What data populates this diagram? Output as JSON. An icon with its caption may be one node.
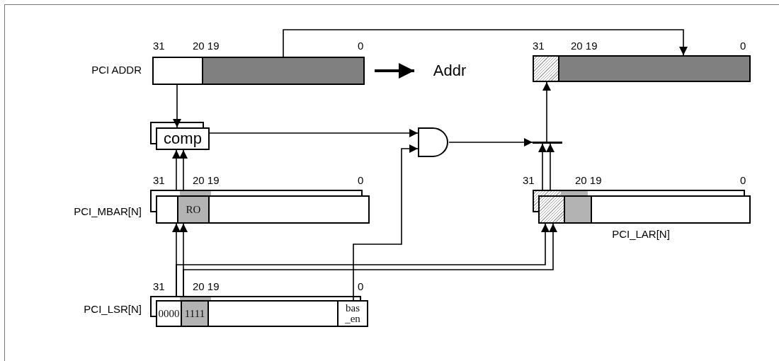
{
  "diagram": {
    "nodes": [
      {
        "text": [
          "PCI ADDR"
        ]
      },
      {
        "text": [],
        "shape": "box",
        "in": 0
      },
      {
        "text": [],
        "shape": "box",
        "in": 0
      },
      {
        "text": [
          "Addr"
        ]
      },
      {
        "text": [],
        "shape": "box"
      },
      {
        "text": [],
        "shape": "box",
        "in": 4
      },
      {
        "text": [],
        "shape": "box",
        "in": 4
      },
      {
        "text": [
          "comp"
        ]
      },
      {
        "text": [],
        "shape": "gate"
      },
      {
        "text": [],
        "shape": "bar"
      },
      {
        "text": [
          "PCI_MBAR[N]"
        ]
      },
      {
        "text": [
          "RO"
        ],
        "in": 10
      },
      {
        "text": [
          "PCI_LAR[N]"
        ]
      },
      {
        "text": [
          "PCI_LSR[N]"
        ]
      },
      {
        "text": [
          "0000"
        ],
        "in": 13
      },
      {
        "text": [
          "1111"
        ],
        "in": 13
      },
      {
        "text": [
          "bas _en"
        ],
        "in": 13
      }
    ],
    "edges": [
      {
        "from": 1,
        "to": 7,
        "arrow": "to"
      },
      {
        "from": 2,
        "to": 6,
        "arrow": "to"
      },
      {
        "from": 0,
        "to": 3,
        "arrow": "to",
        "style": "thick"
      },
      {
        "from": 7,
        "to": 8,
        "arrow": "to"
      },
      {
        "from": 16,
        "to": 8,
        "arrow": "to"
      },
      {
        "from": 8,
        "to": 9,
        "arrow": "to"
      },
      {
        "from": 12,
        "to": 9,
        "arrow": "to"
      },
      {
        "from": 12,
        "to": 9,
        "arrow": "to"
      },
      {
        "from": 9,
        "to": 5,
        "arrow": "to"
      },
      {
        "from": 13,
        "to": 10,
        "arrow": "to"
      },
      {
        "from": 13,
        "to": 10,
        "arrow": "to"
      },
      {
        "from": 10,
        "to": 7,
        "arrow": "to"
      },
      {
        "from": 10,
        "to": 7,
        "arrow": "to"
      },
      {
        "from": 13,
        "to": 12,
        "arrow": "to"
      },
      {
        "from": 13,
        "to": 12,
        "arrow": "to"
      }
    ],
    "labels": [
      "31",
      "20 19",
      "0",
      "31",
      "20 19",
      "0",
      "31",
      "20 19",
      "0",
      "31",
      "20 19",
      "0",
      "31",
      "20 19",
      "0"
    ]
  }
}
